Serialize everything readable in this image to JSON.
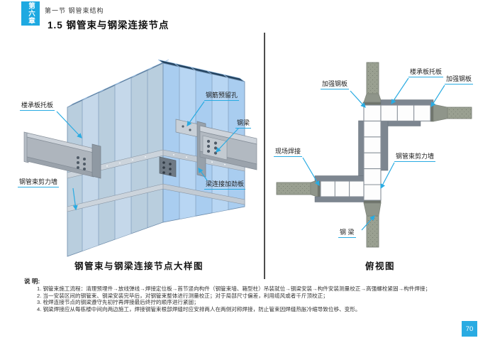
{
  "page": {
    "chapter_tab": "第六章",
    "section_header": "第一节  钢管束结构",
    "title": "1.5 钢管束与钢梁连接节点",
    "page_number": "70"
  },
  "left_figure": {
    "caption": "钢管束与钢梁连接节点大样图",
    "labels": {
      "floor_deck_bracket": "楼承板托板",
      "rebar_reserved_hole": "钢筋预留孔",
      "steel_beam": "钢梁",
      "tube_bundle_shear_wall": "钢管束剪力墙",
      "beam_connection_stiffener": "梁连接加劲板"
    }
  },
  "right_figure": {
    "caption": "俯视图",
    "labels": {
      "reinforcing_plate_left": "加强钢板",
      "floor_deck_bracket": "楼承板托板",
      "reinforcing_plate_right": "加强钢板",
      "site_weld": "现场焊接",
      "tube_bundle_shear_wall": "钢管束剪力墙",
      "steel_beam": "钢 梁"
    }
  },
  "notes": {
    "heading": "说 明:",
    "items": [
      "1. 钢管束施工流程：清理预埋件→放线弹线→焊接定位板→首节竖向构件（钢管束墙、箱型柱）吊装就位→钢梁安装→构件安装测量校正→高强螺栓紧固→构件焊接；",
      "2. 当一安装区间的钢管束、钢梁安装完毕后，对钢管束整体进行测量校正；对于局部尺寸偏差，利用缆风或者千斤顶校正；",
      "3. 栓焊连接节点的钢梁遵守先初拧再焊接最后终拧的顺序进行紧固；",
      "4. 钢梁焊接应从每栋楼中间向两边施工，焊接钢管束根部焊缝时应安排两人在两侧对称焊接，防止管束因焊缝热胀冷缩导致位移、变形。"
    ]
  },
  "colors": {
    "accent_cyan": "#29ABE2",
    "wall_blue": "#A9CDF0",
    "steel_gray": "#B2B9C1",
    "beam_gray": "#9AA091"
  }
}
